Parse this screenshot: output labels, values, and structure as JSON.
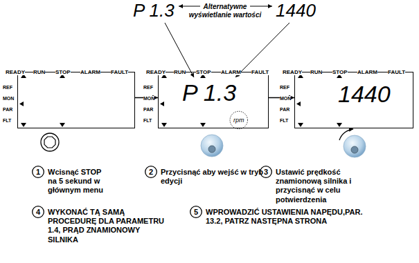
{
  "diagram": {
    "nodes": [
      {
        "text": [
          "READY",
          "RUN",
          "STOP",
          "ALARM",
          "FAULT",
          "REF",
          "MON",
          "PAR",
          "FLT"
        ]
      },
      {
        "text": [
          "READY",
          "RUN",
          "STOP",
          "ALARM",
          "FAULT",
          "REF",
          "MON",
          "PAR",
          "FLT",
          "P 1.3",
          "rpm"
        ]
      },
      {
        "text": [
          "READY",
          "RUN",
          "STOP",
          "ALARM",
          "FAULT",
          "REF",
          "MON",
          "PAR",
          "FLT",
          "1440"
        ]
      },
      {
        "text": [
          "1"
        ]
      },
      {
        "text": [
          "2"
        ]
      },
      {
        "text": [
          "3"
        ]
      },
      {
        "text": [
          "4"
        ]
      },
      {
        "text": [
          "5"
        ]
      }
    ],
    "edges": [
      {
        "from": 0,
        "to": 1,
        "arrow": "to"
      },
      {
        "from": 1,
        "to": 2,
        "arrow": "to"
      }
    ],
    "labels": [
      "P 1.3",
      "Alternatywne wyświetlanie wartości",
      "1440",
      "Wcisnąć STOP na 5 sekund w głównym menu",
      "Przycisnąć aby wejść w tryb edycji",
      "Ustawić prędkość znamionową silnika i przycisnąć w celu potwierdzenia",
      "WYKONAĆ TĄ SAMĄ PROCEDURĘ DLA PARAMETRU 1.4, PRĄD ZNAMIONOWY SILNIKA",
      "WPROWADZIĆ USTAWIENIA NAPĘDU,PAR. 13.2, PATRZ NASTĘPNA STRONA"
    ]
  }
}
